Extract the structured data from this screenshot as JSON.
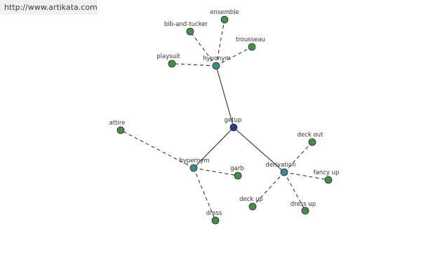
{
  "banner": {
    "url": "http://www.artikata.com"
  },
  "colors": {
    "root": "#303a8a",
    "relation": "#3f8a8a",
    "leaf": "#4a8a4a"
  },
  "graph": {
    "nodes": [
      {
        "id": "getup",
        "label": "getup",
        "kind": "root"
      },
      {
        "id": "hyponym",
        "label": "hyponym",
        "kind": "relation"
      },
      {
        "id": "hypernym",
        "label": "hypernym",
        "kind": "relation"
      },
      {
        "id": "derivation",
        "label": "derivation",
        "kind": "relation"
      },
      {
        "id": "ensemble",
        "label": "ensemble",
        "kind": "leaf"
      },
      {
        "id": "bib-and-tucker",
        "label": "bib-and-tucker",
        "kind": "leaf"
      },
      {
        "id": "trousseau",
        "label": "trousseau",
        "kind": "leaf"
      },
      {
        "id": "playsuit",
        "label": "playsuit",
        "kind": "leaf"
      },
      {
        "id": "attire",
        "label": "attire",
        "kind": "leaf"
      },
      {
        "id": "garb",
        "label": "garb",
        "kind": "leaf"
      },
      {
        "id": "dress",
        "label": "dress",
        "kind": "leaf"
      },
      {
        "id": "deck-out",
        "label": "deck out",
        "kind": "leaf"
      },
      {
        "id": "fancy-up",
        "label": "fancy up",
        "kind": "leaf"
      },
      {
        "id": "deck-up",
        "label": "deck up",
        "kind": "leaf"
      },
      {
        "id": "dress-up",
        "label": "dress up",
        "kind": "leaf"
      }
    ],
    "edges": [
      {
        "from": "getup",
        "to": "hyponym",
        "style": "solid"
      },
      {
        "from": "getup",
        "to": "hypernym",
        "style": "solid"
      },
      {
        "from": "getup",
        "to": "derivation",
        "style": "solid"
      },
      {
        "from": "hyponym",
        "to": "ensemble",
        "style": "dashed"
      },
      {
        "from": "hyponym",
        "to": "bib-and-tucker",
        "style": "dashed"
      },
      {
        "from": "hyponym",
        "to": "trousseau",
        "style": "dashed"
      },
      {
        "from": "hyponym",
        "to": "playsuit",
        "style": "dashed"
      },
      {
        "from": "hypernym",
        "to": "attire",
        "style": "dashed"
      },
      {
        "from": "hypernym",
        "to": "garb",
        "style": "dashed"
      },
      {
        "from": "hypernym",
        "to": "dress",
        "style": "dashed"
      },
      {
        "from": "derivation",
        "to": "deck-out",
        "style": "dashed"
      },
      {
        "from": "derivation",
        "to": "fancy-up",
        "style": "dashed"
      },
      {
        "from": "derivation",
        "to": "deck-up",
        "style": "dashed"
      },
      {
        "from": "derivation",
        "to": "dress-up",
        "style": "dashed"
      }
    ]
  }
}
